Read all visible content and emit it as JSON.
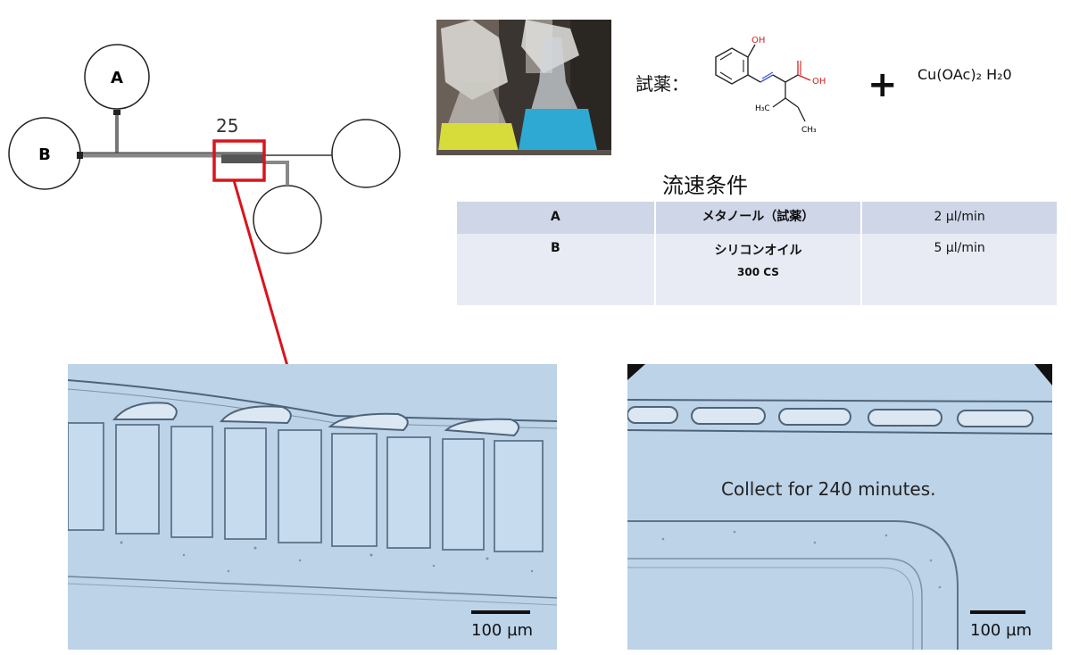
{
  "diagram": {
    "node_a": "A",
    "node_b": "B",
    "junction_label": "25"
  },
  "reagent": {
    "label": "試薬：",
    "plus": "+",
    "copper_formula": "Cu(OAc)₂ H₂0",
    "molecule": {
      "oh": "OH",
      "acid_oh": "OH",
      "methyl1": "H₃C",
      "methyl2": "CH₃"
    }
  },
  "flow_table": {
    "title": "流速条件",
    "rows": [
      {
        "id": "A",
        "name": "メタノール（試薬）",
        "name_sub": "",
        "rate": "2 µl/min"
      },
      {
        "id": "B",
        "name": "シリコンオイル",
        "name_sub": "300 CS",
        "rate": "5 µl/min"
      }
    ]
  },
  "micrograph_left": {
    "scale_label": "100 µm"
  },
  "micrograph_right": {
    "caption": "Collect for 240 minutes.",
    "scale_label": "100 µm"
  },
  "colors": {
    "highlight_red": "#d9141b",
    "micrograph_bg": "#bcd3e8",
    "yellow_liquid": "#d7dc3a",
    "blue_liquid": "#2ea9d4",
    "heteroatom_red": "#d42020",
    "nitrogen_blue": "#3a55c8"
  }
}
